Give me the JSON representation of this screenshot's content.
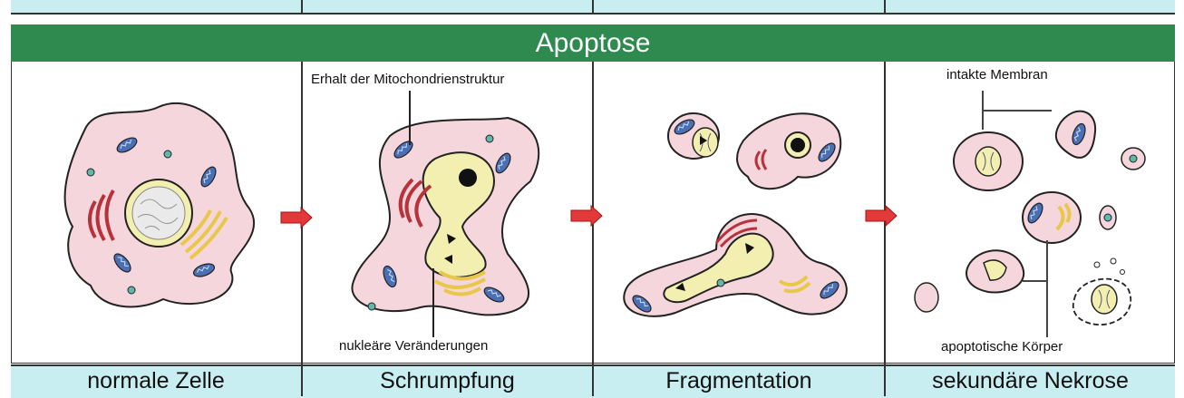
{
  "title": "Apoptose",
  "stages": [
    {
      "label": "normale Zelle"
    },
    {
      "label": "Schrumpfung"
    },
    {
      "label": "Fragmentation"
    },
    {
      "label": "sekundäre Nekrose"
    }
  ],
  "annotations": {
    "mitochondria": "Erhalt der Mitochondrienstruktur",
    "nuclear": "nukleäre Veränderungen",
    "membrane": "intakte Membran",
    "bodies": "apoptotische Körper"
  },
  "colors": {
    "header": "#2f8a4f",
    "label_bar": "#c8eef2",
    "cell": "#f6d6dd",
    "nucleus": "#f3efb0",
    "mitochondria": "#4a6fb3",
    "er": "#b8323a",
    "golgi": "#e8c84a",
    "arrow": "#e23a3a"
  }
}
